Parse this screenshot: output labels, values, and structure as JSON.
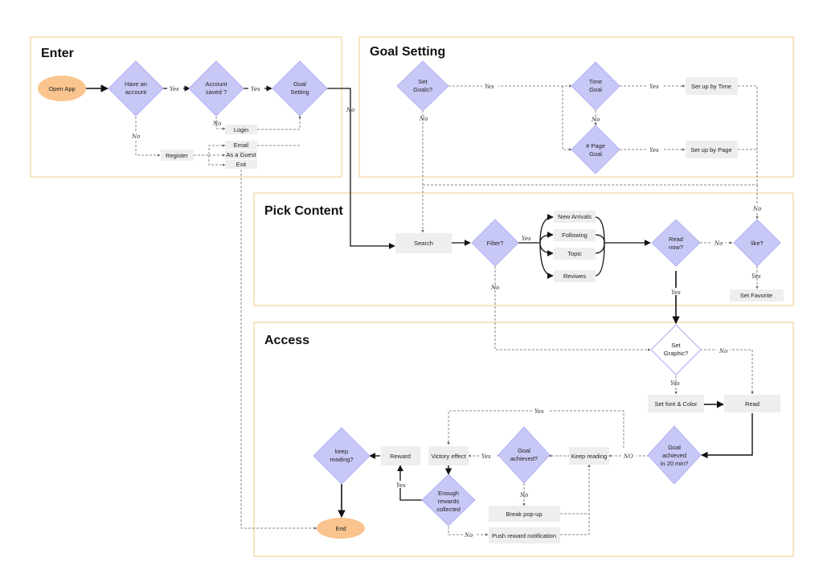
{
  "sections": {
    "enter": "Enter",
    "goal_setting": "Goal Setting",
    "pick_content": "Pick Content",
    "access": "Access"
  },
  "nodes": {
    "open_app": "Open App",
    "have_account_1": "Have an",
    "have_account_2": "account",
    "account_saved_1": "Account",
    "account_saved_2": "saved ?",
    "goal_setting_1": "Goal",
    "goal_setting_2": "Setting",
    "login": "Login",
    "email": "Email",
    "as_guest": "As a Guest",
    "exit": "Exit",
    "register": "Register",
    "set_goals_1": "Set",
    "set_goals_2": "Goals?",
    "time_goal_1": "Time",
    "time_goal_2": "Goal",
    "page_goal_1": "# Page",
    "page_goal_2": "Goal",
    "set_up_time": "Set up by Time",
    "set_up_page": "Set up by Page",
    "search": "Search",
    "filter": "Filter?",
    "new_arrivals": "New Arrivals",
    "following": "Following",
    "topic": "Topic",
    "reviews": "Reviwes",
    "read_now_1": "Read",
    "read_now_2": "now?",
    "like": "like?",
    "set_favorite": "Set Favorite",
    "set_graphic_1": "Set",
    "set_graphic_2": "Graphic?",
    "set_font_color": "Set font & Color",
    "read": "Read",
    "goal_20_1": "Goal",
    "goal_20_2": "achieved",
    "goal_20_3": "in 20 min?",
    "keep_reading": "Keep reading",
    "goal_achieved_1": "Goal",
    "goal_achieved_2": "achieved?",
    "victory_effect": "Victory effect",
    "reward": "Reward",
    "keep_reading_q_1": "keep",
    "keep_reading_q_2": "reading?",
    "enough_rewards_1": "Enough",
    "enough_rewards_2": "rewards",
    "enough_rewards_3": "collected",
    "break_popup": "Break pop-up",
    "push_reward": "Push reward  notification",
    "end": "End"
  },
  "edge_labels": {
    "yes": "Yes",
    "no": "No",
    "no_caps": "NO"
  },
  "colors": {
    "section_border": "#f5c98a",
    "diamond_fill": "#c8c8f7",
    "diamond_stroke": "#9a9af0",
    "oval_fill": "#f9c48d",
    "box_fill": "#eeeeee",
    "line": "#111111",
    "dashed_line": "#777777"
  }
}
